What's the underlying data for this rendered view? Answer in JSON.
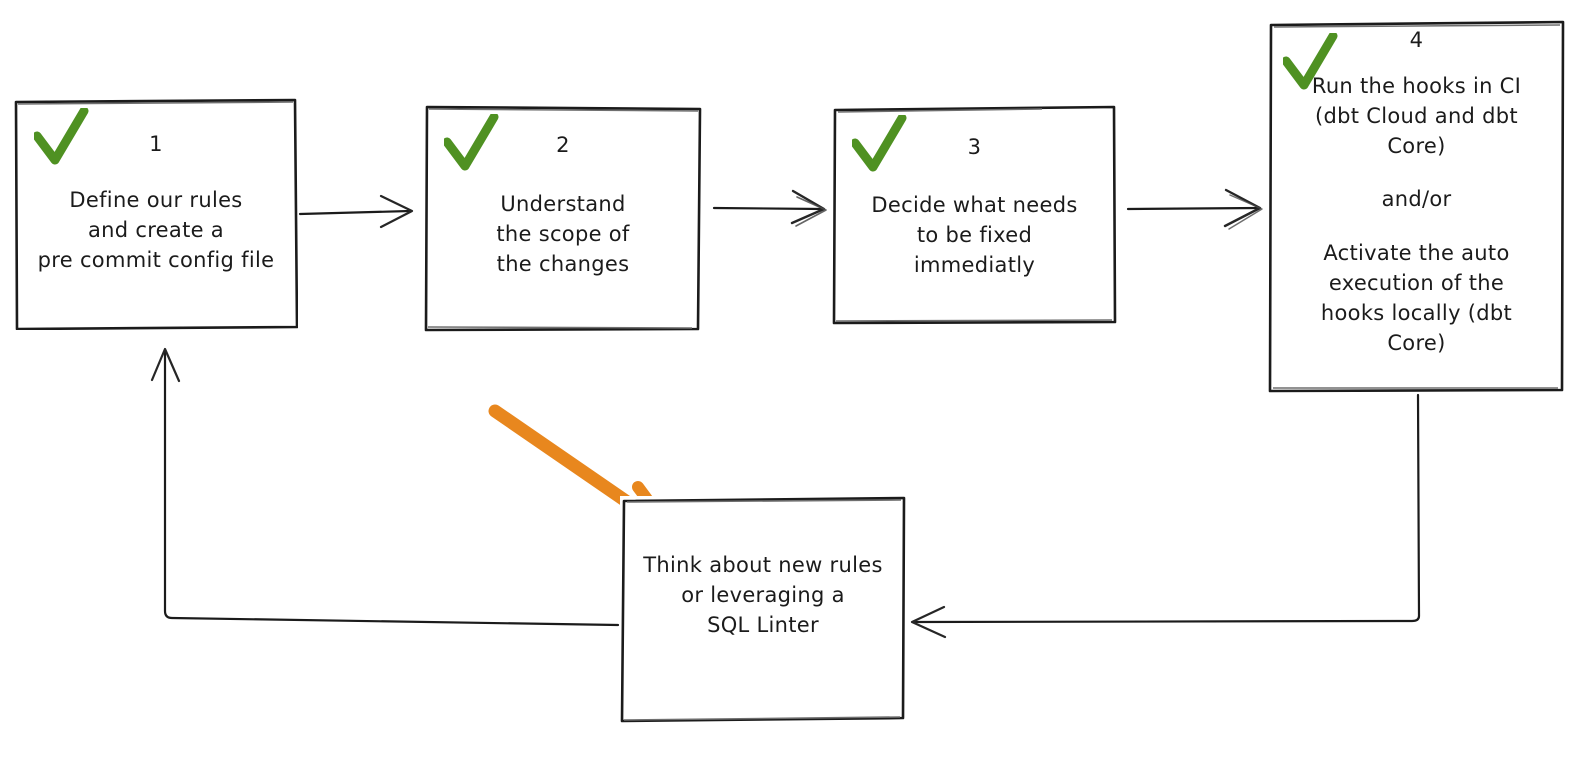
{
  "diagram": {
    "title": "pre-commit hooks adoption workflow",
    "style": "hand-drawn whiteboard flowchart",
    "colors": {
      "stroke": "#1b1b1b",
      "check_green": "#4f9122",
      "highlight_orange": "#e8871e",
      "background": "#ffffff"
    },
    "nodes": [
      {
        "id": "step-1",
        "number": "1",
        "checked": true,
        "text": "Define our rules\nand create a\npre commit config file"
      },
      {
        "id": "step-2",
        "number": "2",
        "checked": true,
        "text": "Understand\nthe scope of\nthe changes"
      },
      {
        "id": "step-3",
        "number": "3",
        "checked": true,
        "text": "Decide what needs\nto be fixed\nimmediatly"
      },
      {
        "id": "step-4",
        "number": "4",
        "checked": true,
        "text": "Run the hooks in CI\n(dbt Cloud and dbt\nCore)",
        "text_2": "and/or",
        "text_3": "Activate the auto\nexecution of the\nhooks locally (dbt\nCore)"
      },
      {
        "id": "loop-step",
        "number": "",
        "checked": false,
        "text": "Think about new rules\nor leveraging a\nSQL Linter"
      }
    ],
    "connectors": [
      {
        "id": "c1",
        "from": "step-1",
        "to": "step-2",
        "label": ""
      },
      {
        "id": "c2",
        "from": "step-2",
        "to": "step-3",
        "label": ""
      },
      {
        "id": "c3",
        "from": "step-3",
        "to": "step-4",
        "label": ""
      },
      {
        "id": "c4",
        "from": "step-4",
        "to": "loop-step",
        "label": ""
      },
      {
        "id": "c5",
        "from": "loop-step",
        "to": "step-1",
        "label": ""
      }
    ],
    "annotations": [
      {
        "id": "orange-pointer",
        "kind": "arrow",
        "color": "#e8871e",
        "points_at": "loop-step",
        "label": ""
      }
    ]
  }
}
